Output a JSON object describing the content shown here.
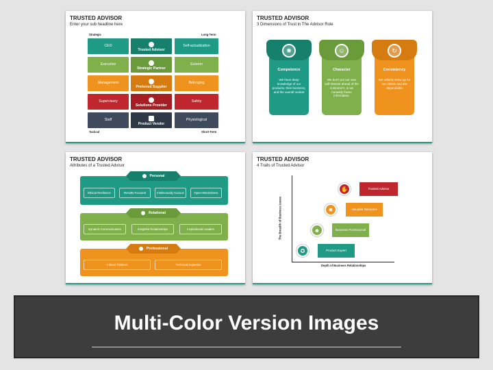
{
  "slide1": {
    "title": "TRUSTED ADVISOR",
    "subtitle": "Enter your sub headline here",
    "label_top_left": "Strategic",
    "label_top_right": "Long-Term",
    "label_bottom_left": "Tactical",
    "label_bottom_right": "Short-Term",
    "rows": [
      {
        "left": "CEO",
        "middle": "Trusted Advisor",
        "right": "Self-actualization"
      },
      {
        "left": "Executive",
        "middle": "Strategic Partner",
        "right": "Esteem"
      },
      {
        "left": "Management",
        "middle": "Preferred Supplier",
        "right": "Belonging"
      },
      {
        "left": "Supervisory",
        "middle": "Solutions Provider",
        "right": "Safety"
      },
      {
        "left": "Staff",
        "middle": "Product Vendor",
        "right": "Physiological"
      }
    ]
  },
  "slide2": {
    "title": "TRUSTED ADVISOR",
    "subtitle": "3 Dimensions of Trust in The Advisor Role",
    "cards": [
      {
        "title": "Competence",
        "text": "We have deep knowledge of our products, their business, and the overall market",
        "color": "#1f9a85"
      },
      {
        "title": "Character",
        "text": "We don't put our own self-interest ahead of the customer's, & we honestly frame information.",
        "color": "#7fb04c"
      },
      {
        "title": "Consistency",
        "text": "We reliably show up for our clients and are dependable",
        "color": "#f0921e"
      }
    ]
  },
  "slide3": {
    "title": "TRUSTED ADVISOR",
    "subtitle": "Attributes of a Trusted Advisor",
    "groups": [
      {
        "name": "Personal",
        "items": [
          "Ethical Resilience",
          "Results Focused",
          "Intellectually Curious",
          "Open-Mindedness"
        ],
        "color": "#1f9a85"
      },
      {
        "name": "Relational",
        "items": [
          "Dynamic Communicators",
          "Insightful Relationships",
          "Inspirational Leaders"
        ],
        "color": "#7fb04c"
      },
      {
        "name": "Professional",
        "items": [
          "Critical Thinkers",
          "Technical Expertise"
        ],
        "color": "#f0921e"
      }
    ]
  },
  "slide4": {
    "title": "TRUSTED ADVISOR",
    "subtitle": "4 Traits of Trusted Advisor",
    "y_axis_label": "The Breadth of Business Issues",
    "x_axis_label": "Depth of Business Relationships",
    "traits": [
      {
        "label": "Trusted Advisor",
        "color": "#c0262d"
      },
      {
        "label": "Valuable Resource",
        "color": "#f0921e"
      },
      {
        "label": "Business Professional",
        "color": "#7fb04c"
      },
      {
        "label": "Product Expert",
        "color": "#1f9a85"
      }
    ]
  },
  "banner": {
    "title": "Multi-Color Version Images"
  }
}
